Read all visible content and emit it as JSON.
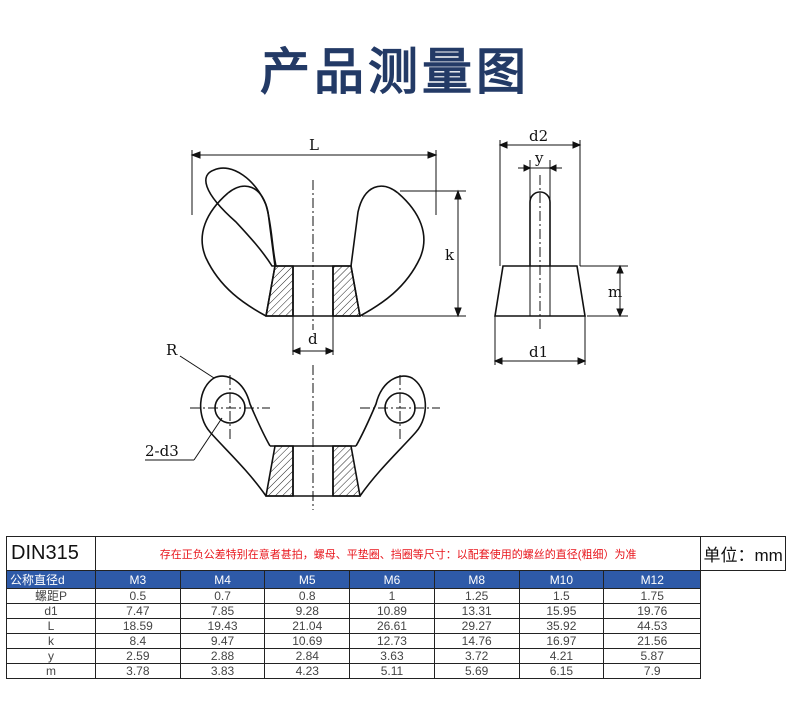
{
  "title": "产品测量图",
  "drawing": {
    "L": "L",
    "k": "k",
    "d": "d",
    "d2": "d2",
    "y": "y",
    "m": "m",
    "d1": "d1",
    "R": "R",
    "d3": "2-d3"
  },
  "table": {
    "standard": "DIN315",
    "note": "存在正负公差特别在意者甚拍，螺母、平垫圈、挡圈等尺寸：以配套使用的螺丝的直径(粗细）为准",
    "unit": "单位：mm",
    "nominal_label": "公称直径d",
    "sizes": [
      "M3",
      "M4",
      "M5",
      "M6",
      "M8",
      "M10",
      "M12"
    ],
    "rows": [
      {
        "label": "螺距P",
        "values": [
          "0.5",
          "0.7",
          "0.8",
          "1",
          "1.25",
          "1.5",
          "1.75"
        ]
      },
      {
        "label": "d1",
        "values": [
          "7.47",
          "7.85",
          "9.28",
          "10.89",
          "13.31",
          "15.95",
          "19.76"
        ]
      },
      {
        "label": "L",
        "values": [
          "18.59",
          "19.43",
          "21.04",
          "26.61",
          "29.27",
          "35.92",
          "44.53"
        ]
      },
      {
        "label": "k",
        "values": [
          "8.4",
          "9.47",
          "10.69",
          "12.73",
          "14.76",
          "16.97",
          "21.56"
        ]
      },
      {
        "label": "y",
        "values": [
          "2.59",
          "2.88",
          "2.84",
          "3.63",
          "3.72",
          "4.21",
          "5.87"
        ]
      },
      {
        "label": "m",
        "values": [
          "3.78",
          "3.83",
          "4.23",
          "5.11",
          "5.69",
          "6.15",
          "7.9"
        ]
      }
    ]
  }
}
